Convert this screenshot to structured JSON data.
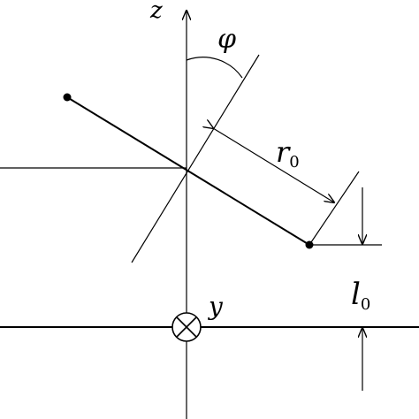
{
  "labels": {
    "z_axis": "z",
    "y_axis": "y",
    "angle": "φ",
    "radius_symbol": "r",
    "radius_subscript": "0",
    "offset_symbol": "l",
    "offset_subscript": "0"
  },
  "colors": {
    "ink": "#000000",
    "background": "#ffffff"
  }
}
